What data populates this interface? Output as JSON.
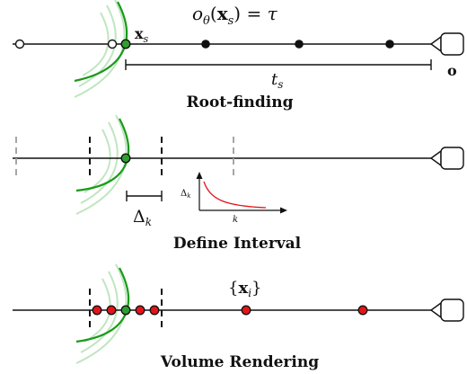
{
  "colors": {
    "surface": "#1a9a1a",
    "surface_faint": "#bfe6bf",
    "hit_point": "#2e9e2e",
    "sample": "#111111",
    "sample_red": "#e3141a",
    "open_point": "#ffffff",
    "bound_gray": "#a6a6a6",
    "curve": "#e3141a"
  },
  "panels": {
    "root_finding": {
      "title": "Root-finding",
      "equation": "oθ(xs) = τ",
      "equation_parts": {
        "o": "o",
        "theta": "θ",
        "x": "x",
        "s": "s",
        "tau": "τ"
      },
      "hit_label": {
        "x": "x",
        "sub": "s"
      },
      "distance_label": {
        "t": "t",
        "sub": "s"
      },
      "camera_label": "o"
    },
    "define_interval": {
      "title": "Define Interval",
      "delta_label": {
        "delta": "Δ",
        "sub": "k"
      },
      "plot": {
        "y_axis_label": {
          "delta": "Δ",
          "sub": "k"
        },
        "x_axis_label": "k"
      }
    },
    "volume_rendering": {
      "title": "Volume Rendering",
      "samples_label": {
        "open": "{",
        "x": "x",
        "sub": "i",
        "close": "}"
      }
    }
  }
}
